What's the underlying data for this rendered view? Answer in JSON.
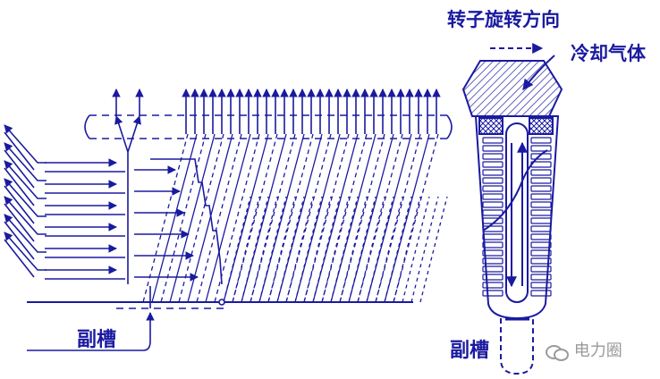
{
  "labels": {
    "rotation_direction": "转子旋转方向",
    "cooling_gas": "冷却气体",
    "sub_slot_left": "副槽",
    "sub_slot_right": "副槽"
  },
  "watermark": {
    "text": "电力圈",
    "icon": "wechat-icon"
  },
  "colors": {
    "line": "#1a1aa0",
    "watermark": "#9a9a9a",
    "background": "#ffffff"
  }
}
